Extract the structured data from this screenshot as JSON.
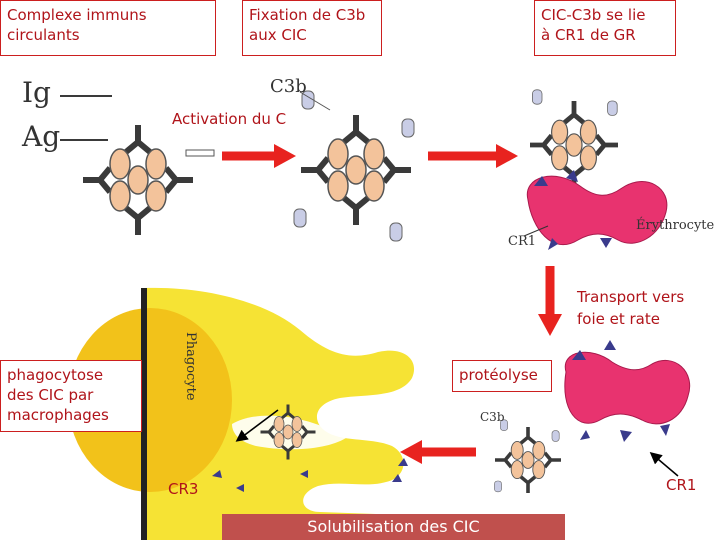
{
  "boxes": {
    "complexe": "Complexe immuns\ncirculants",
    "fixation": "Fixation de C3b\naux CIC",
    "cic_c3b": "CIC-C3b se lie\nà CR1 de GR",
    "phagocytose": "phagocytose\ndes CIC par\nmacrophages",
    "proteolyse": "protéolyse"
  },
  "labels": {
    "activation": "Activation du C",
    "transport": "Transport vers\nfoie et rate",
    "cr3": "CR3",
    "cr1": "CR1",
    "solubilisation": "Solubilisation des CIC"
  },
  "figure_labels": {
    "ig": "Ig",
    "ag": "Ag",
    "c3b_top": "C3b",
    "c3b_bottom": "C3b",
    "erythrocyte": "Érythrocyte",
    "cr1_fig": "CR1",
    "phagocyte": "Phagocyte"
  },
  "colors": {
    "accent_red": "#e8231f",
    "label_red": "#b0141a",
    "antigen": "#f3c39b",
    "antibody": "#3a3a3a",
    "erythrocyte": "#e8336f",
    "phagocyte": "#f6e334",
    "receptor": "#3a3b8c",
    "c3b": "#c9cde6",
    "bar": "#c0504d"
  }
}
